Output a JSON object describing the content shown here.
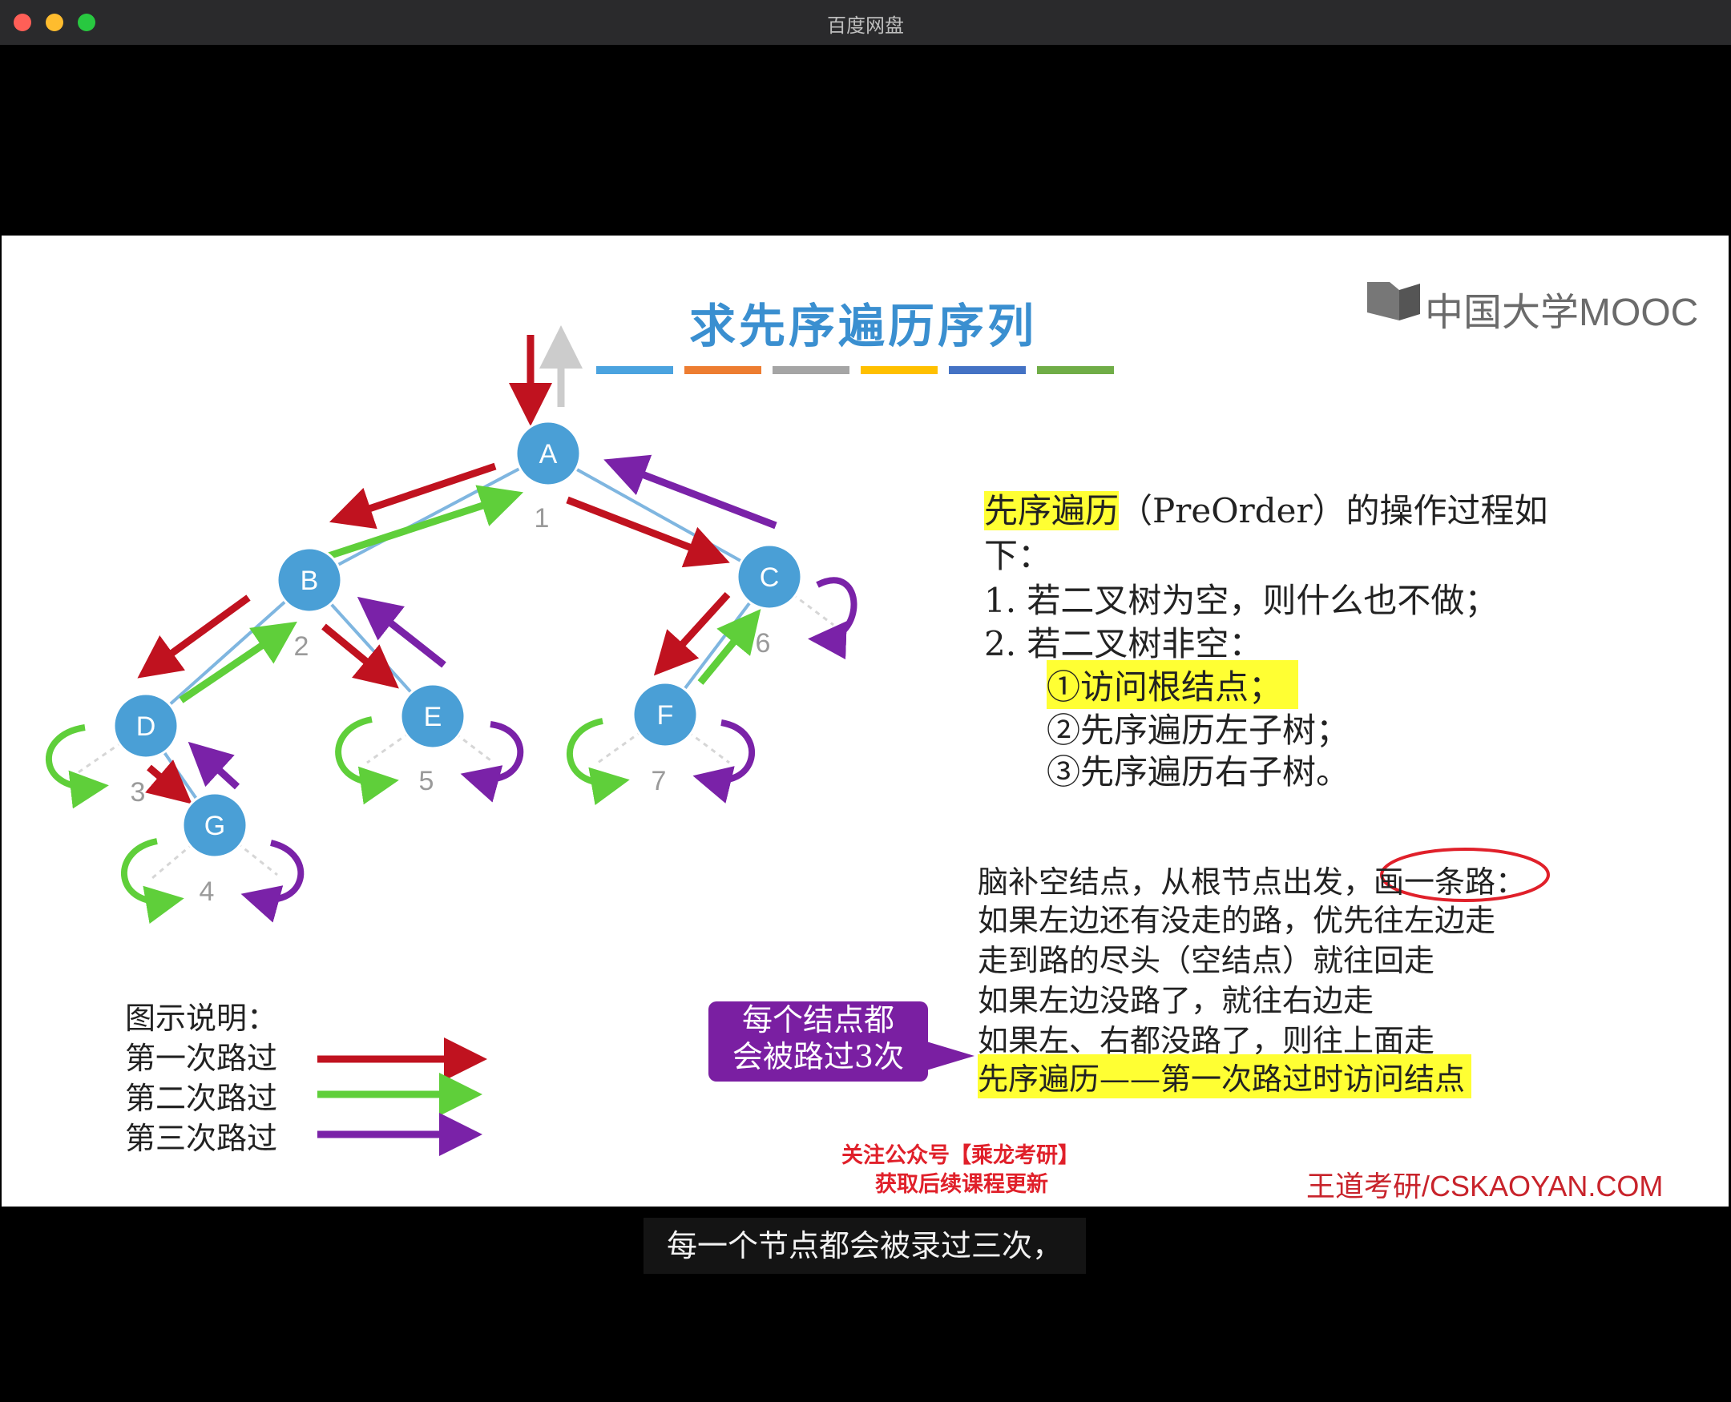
{
  "window": {
    "title": "百度网盘"
  },
  "slide": {
    "title": "求先序遍历序列",
    "bar_colors": [
      "#4ba3df",
      "#ed7d31",
      "#a5a5a5",
      "#ffc000",
      "#4472c4",
      "#70ad47"
    ],
    "mooc_logo": "中国大学MOOC",
    "nodes": {
      "A": "A",
      "B": "B",
      "C": "C",
      "D": "D",
      "E": "E",
      "F": "F",
      "G": "G"
    },
    "visit_numbers": [
      "1",
      "2",
      "3",
      "4",
      "5",
      "6",
      "7"
    ],
    "definition": {
      "term": "先序遍历",
      "line1_rest": "（PreOrder）的操作过程如",
      "line2": "下：",
      "step1": "1.  若二叉树为空，则什么也不做；",
      "step2": "2.  若二叉树非空：",
      "sub1": "①访问根结点；",
      "sub2": "②先序遍历左子树；",
      "sub3": "③先序遍历右子树。"
    },
    "notes": {
      "line1": "脑补空结点，从根节点出发，",
      "line1_circled": "画一条路：",
      "line2": "如果左边还有没走的路，优先往左边走",
      "line3": "走到路的尽头（空结点）就往回走",
      "line4": "如果左边没路了，就往右边走",
      "line5": "如果左、右都没路了，则往上面走",
      "line6": "先序遍历——第一次路过时访问结点"
    },
    "callout": {
      "line1": "每个结点都",
      "line2": "会被路过3次"
    },
    "legend": {
      "title": "图示说明：",
      "items": [
        {
          "label": "第一次路过",
          "color": "#c0121f"
        },
        {
          "label": "第二次路过",
          "color": "#5fcf3a"
        },
        {
          "label": "第三次路过",
          "color": "#7a22a8"
        }
      ]
    },
    "promo": {
      "line1": "关注公众号【乘龙考研】",
      "line2": "获取后续课程更新"
    },
    "watermark": "王道考研/CSKAOYAN.COM"
  },
  "subtitle": "每一个节点都会被录过三次，"
}
